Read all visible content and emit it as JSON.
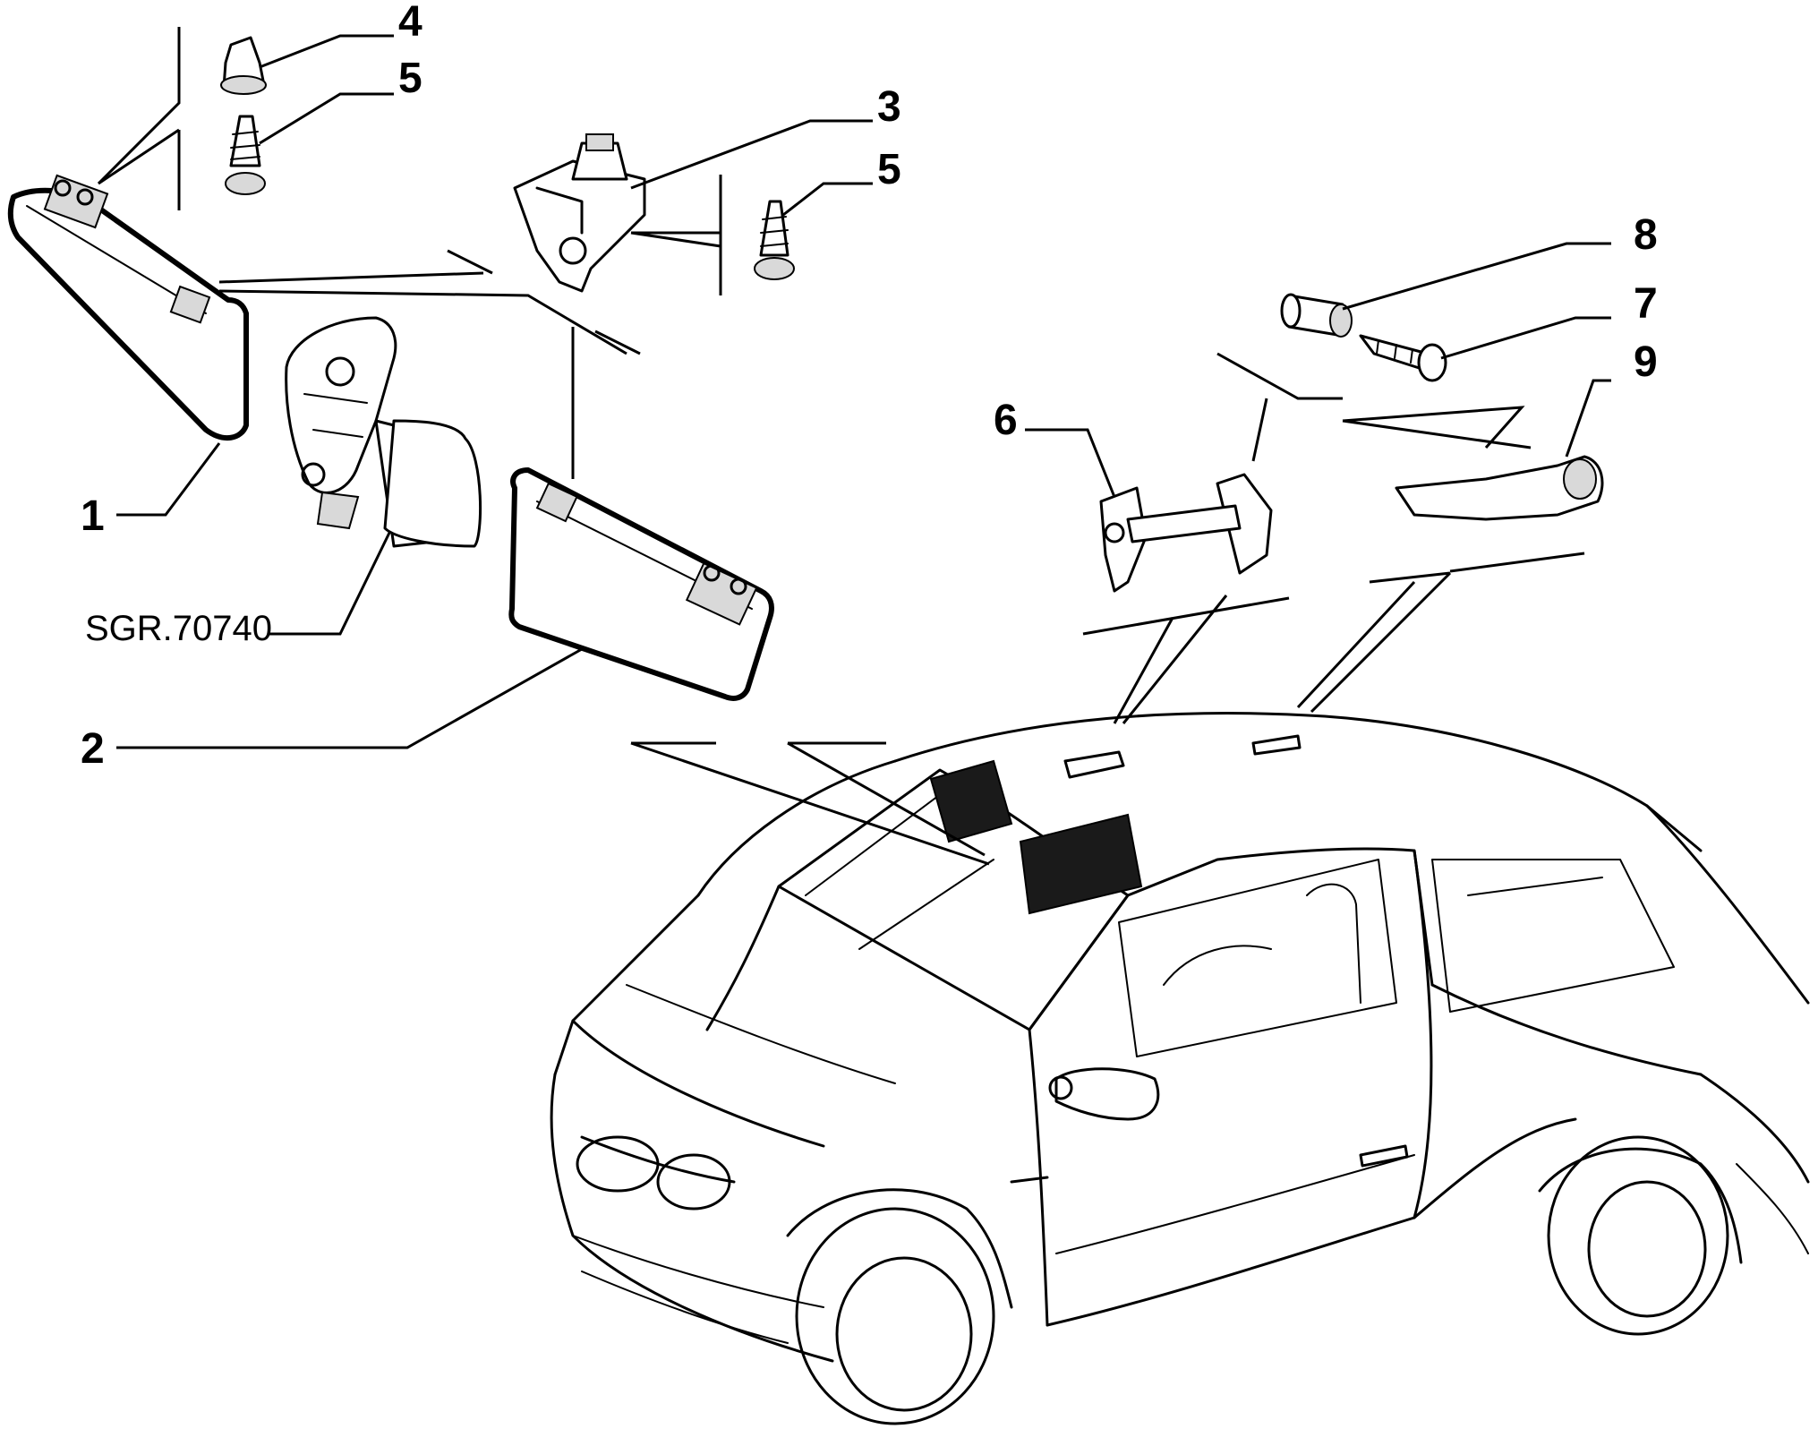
{
  "callouts": {
    "c1": "1",
    "c2": "2",
    "c3": "3",
    "c4": "4",
    "c5a": "5",
    "c5b": "5",
    "c6": "6",
    "c7": "7",
    "c8": "8",
    "c9": "9"
  },
  "reference_code": "SGR.70740"
}
